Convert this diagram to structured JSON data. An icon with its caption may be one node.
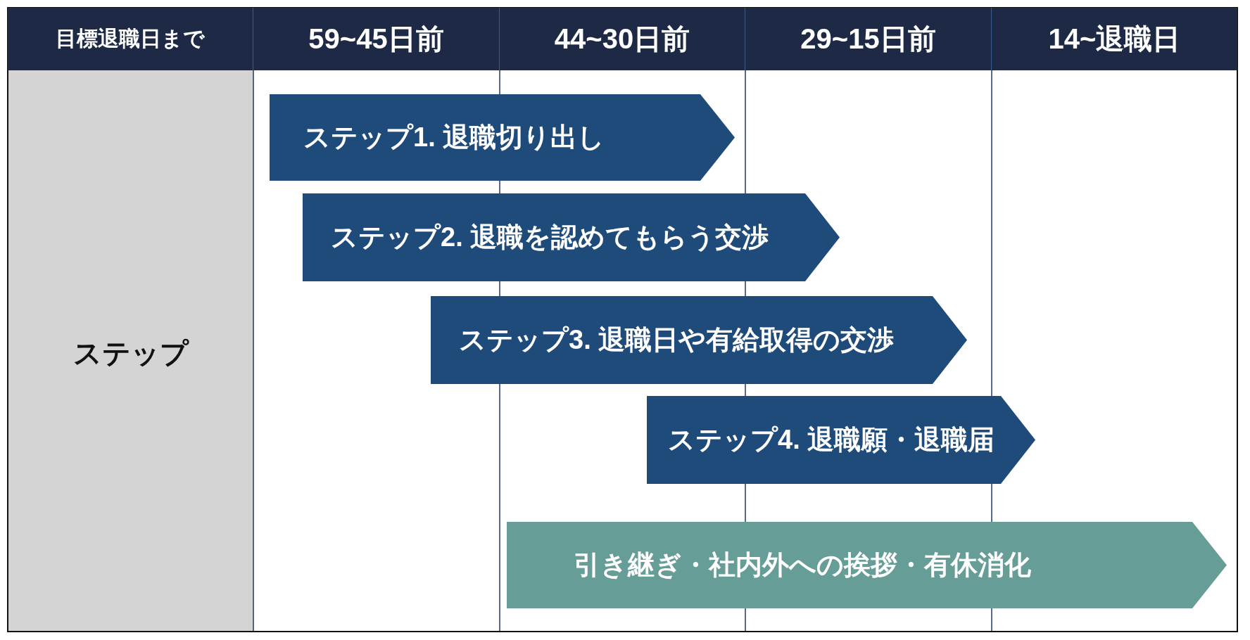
{
  "diagram": {
    "nodes": [
      {
        "text": [
          "ステップ1. 退職切り出し"
        ]
      },
      {
        "text": [
          "ステップ2. 退職を認めてもらう交渉"
        ]
      },
      {
        "text": [
          "ステップ3. 退職日や有給取得の交渉"
        ]
      },
      {
        "text": [
          "ステップ4. 退職願・退職届"
        ]
      },
      {
        "text": [
          "引き継ぎ・社内外への挨拶・有休消化"
        ]
      }
    ],
    "labels": [
      "目標退職日まで",
      "59~45日前",
      "44~30日前",
      "29~15日前",
      "14~退職日",
      "ステップ"
    ]
  }
}
